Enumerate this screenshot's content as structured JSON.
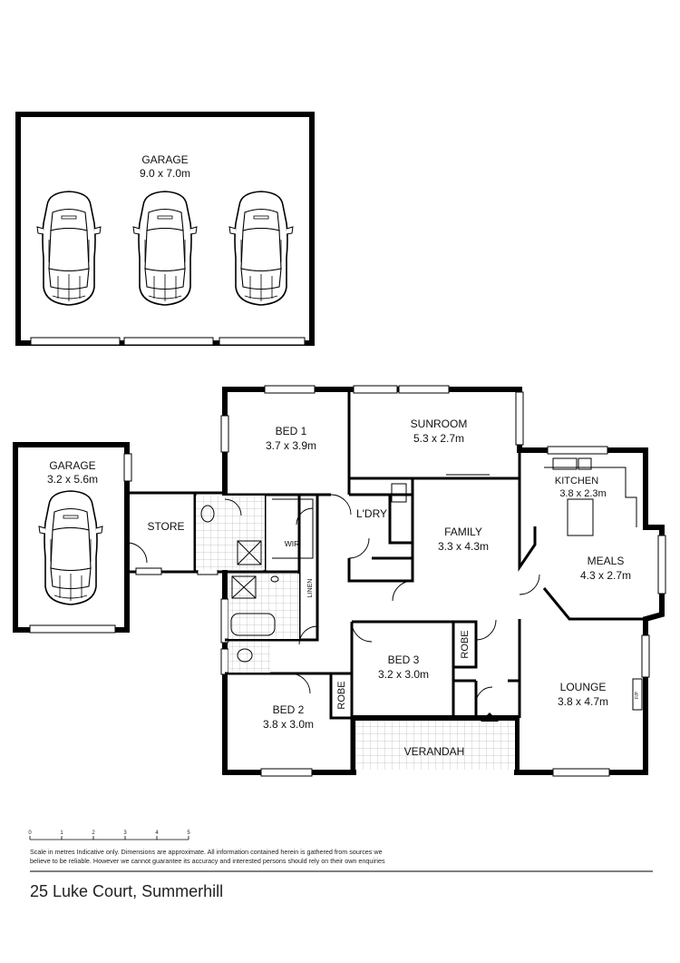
{
  "plan": {
    "rooms": {
      "garage_large": {
        "name": "GARAGE",
        "dim": "9.0 x 7.0m"
      },
      "garage_small": {
        "name": "GARAGE",
        "dim": "3.2 x 5.6m"
      },
      "store": {
        "name": "STORE"
      },
      "bed1": {
        "name": "BED 1",
        "dim": "3.7 x 3.9m"
      },
      "sunroom": {
        "name": "SUNROOM",
        "dim": "5.3 x 2.7m"
      },
      "kitchen": {
        "name": "KITCHEN",
        "dim": "3.8 x 2.3m"
      },
      "meals": {
        "name": "MEALS",
        "dim": "4.3 x 2.7m"
      },
      "family": {
        "name": "FAMILY",
        "dim": "3.3 x 4.3m"
      },
      "laundry": {
        "name": "L'DRY"
      },
      "wir": {
        "name": "WIR"
      },
      "linen": {
        "name": "LINEN"
      },
      "bed3": {
        "name": "BED 3",
        "dim": "3.2 x 3.0m"
      },
      "robe_bed3": {
        "name": "ROBE"
      },
      "bed2": {
        "name": "BED 2",
        "dim": "3.8 x 3.0m"
      },
      "robe_bed2": {
        "name": "ROBE"
      },
      "lounge": {
        "name": "LOUNGE",
        "dim": "3.8 x 4.7m"
      },
      "fireplace": {
        "name": "F/P"
      },
      "verandah": {
        "name": "VERANDAH"
      }
    },
    "scale_ticks": [
      "0",
      "1",
      "2",
      "3",
      "4",
      "5"
    ]
  },
  "footer": {
    "disclaimer_line1": "Scale in metres Indicative only. Dimensions are approximate. All information contained herein is gathered from sources we",
    "disclaimer_line2": "believe to be reliable. However we cannot guarantee its accuracy and interested persons should rely on their own enquiries",
    "address": "25 Luke Court, Summerhill"
  }
}
